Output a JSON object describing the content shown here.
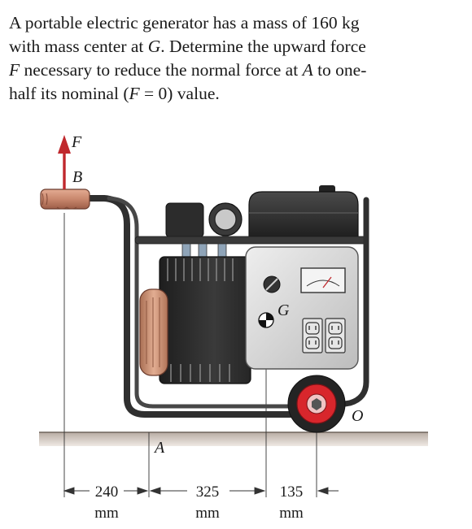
{
  "problem": {
    "line1": "A portable electric generator has a mass of 160 kg",
    "line2": "with mass center at G. Determine the upward force",
    "line3": "F necessary to reduce the normal force at A to one-",
    "line4": "half its nominal (F = 0) value."
  },
  "figure": {
    "labels": {
      "force": "F",
      "handle_point": "B",
      "mass_center": "G",
      "ground_contact": "A",
      "wheel_center": "O"
    },
    "dimensions": [
      {
        "value": "240",
        "unit": "mm"
      },
      {
        "value": "325",
        "unit": "mm"
      },
      {
        "value": "135",
        "unit": "mm"
      }
    ]
  },
  "colors": {
    "force_arrow": "#c0282d",
    "frame": "#2f2f2f",
    "panel": "#d8d8d8",
    "engine": "#2a2a2a",
    "grip": "#c98a72",
    "wheel_hub": "#d8262c",
    "ground": "#b8aca3"
  }
}
